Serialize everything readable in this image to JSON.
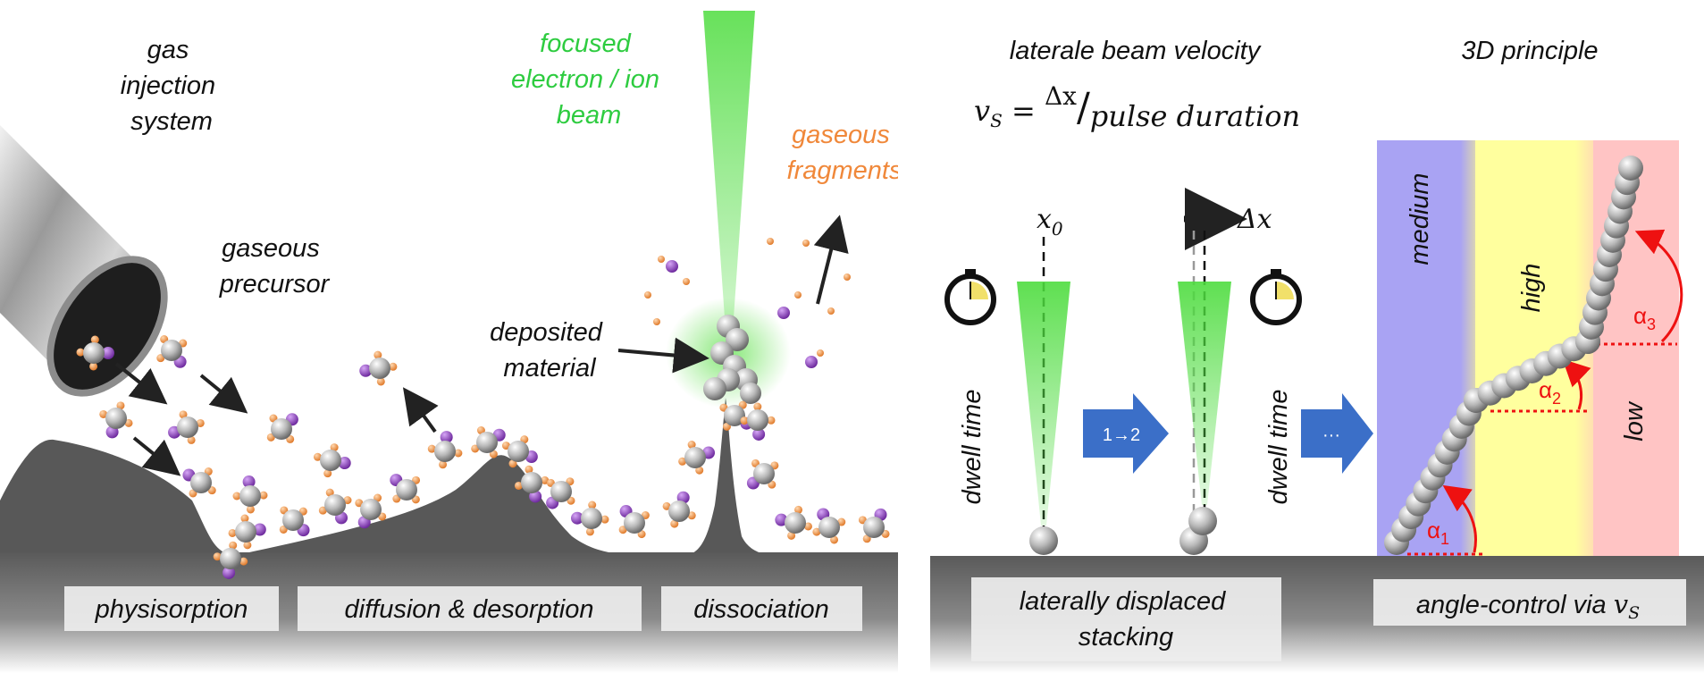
{
  "left_panel": {
    "gas_injection": [
      "gas",
      "injection",
      "system"
    ],
    "gaseous_precursor": [
      "gaseous",
      "precursor"
    ],
    "focused_beam": [
      "focused",
      "electron / ion",
      "beam"
    ],
    "gaseous_fragments": [
      "gaseous",
      "fragments"
    ],
    "deposited_material": [
      "deposited",
      "material"
    ],
    "stages": [
      "physisorption",
      "diffusion & desorption",
      "dissociation"
    ]
  },
  "middle_panel": {
    "title": "laterale beam velocity",
    "formula_lhs": "v",
    "formula_sub": "S",
    "formula_eq": " = ",
    "formula_num": "Δx",
    "formula_slash": "/",
    "formula_den": "pulse duration",
    "x0_base": "x",
    "x0_sub": "0",
    "delta_x": "Δx",
    "dwell_time": "dwell time",
    "step_arrow": "1→2",
    "next_arrow": "···",
    "stage": [
      "laterally displaced",
      "stacking"
    ]
  },
  "right_panel": {
    "title": "3D principle",
    "zones": [
      "medium",
      "high",
      "low"
    ],
    "zone_colors": [
      "#a9a3f3",
      "#ffff9e",
      "#ffc4c4"
    ],
    "angles": [
      {
        "base": "α",
        "sub": "1"
      },
      {
        "base": "α",
        "sub": "2"
      },
      {
        "base": "α",
        "sub": "3"
      }
    ],
    "stage_prefix": "angle-control via ",
    "stage_var": "v",
    "stage_sub": "S"
  },
  "colors": {
    "beam": "#4ddc3e",
    "arrow_red": "#ee1111",
    "purple_atom": "#8a3bc0",
    "orange_atom": "#f29a4a",
    "substrate": "#5d5d5d",
    "blue_arrow": "#3b6fc8"
  }
}
